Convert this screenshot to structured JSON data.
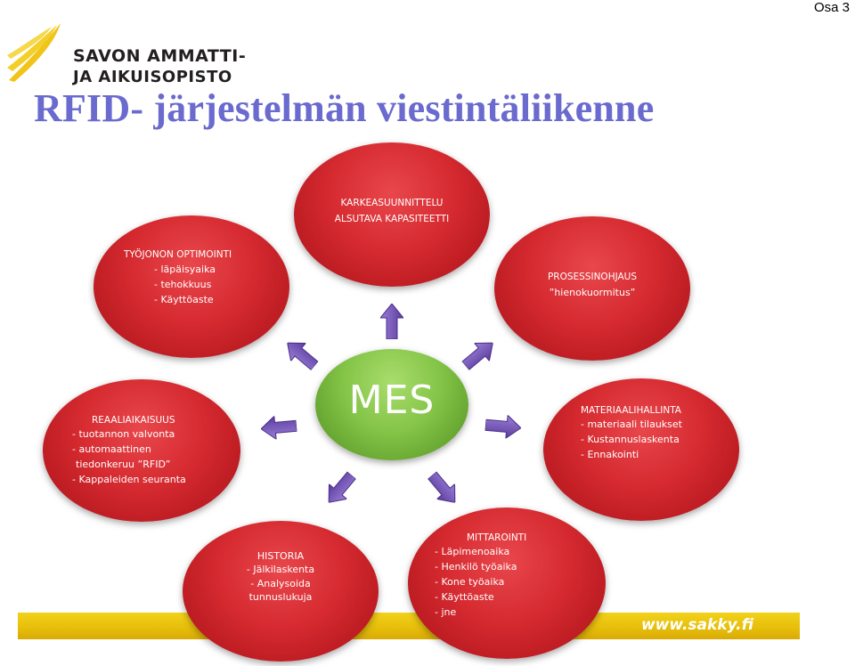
{
  "page_label": "Osa 3",
  "logo": {
    "line1": "SAVON AMMATTI-",
    "line2": "JA AIKUISOPISTO"
  },
  "title": "RFID- järjestelmän viestintäliikenne",
  "center": "MES",
  "nodes": {
    "karkea": {
      "lines": [
        "KARKEASUUNNITTELU",
        "ALSUTAVA KAPASITEETTI"
      ]
    },
    "prosessi": {
      "lines": [
        "PROSESSINOHJAUS",
        "”hienokuormitus”"
      ]
    },
    "materiaali": {
      "title": "MATERIAALIHALLINTA",
      "items": [
        "- materiaali tilaukset",
        "- Kustannuslaskenta",
        "- Ennakointi"
      ]
    },
    "mittarointi": {
      "title": "MITTAROINTI",
      "items": [
        "- Läpimenoaika",
        "- Henkilö työaika",
        "- Kone työaika",
        "- Käyttöaste",
        "- jne"
      ]
    },
    "historia": {
      "title": "HISTORIA",
      "items": [
        "- Jälkilaskenta",
        "- Analysoida",
        "tunnuslukuja"
      ]
    },
    "reaali": {
      "title": "REAALIAIKAISUUS",
      "items": [
        "- tuotannon valvonta",
        "- automaattinen",
        "tiedonkeruu ”RFID”",
        "- Kappaleiden seuranta"
      ]
    },
    "tyojono": {
      "title": "TYÖJONON OPTIMOINTI",
      "items": [
        "- läpäisyaika",
        "- tehokkuus",
        "- Käyttöaste"
      ]
    }
  },
  "footer_url": "www.sakky.fi",
  "colors": {
    "node": "#d52a30",
    "center": "#7cbf45",
    "arrow": "#7a52b8",
    "title": "#6a6acf",
    "footer": "#e8c010"
  }
}
